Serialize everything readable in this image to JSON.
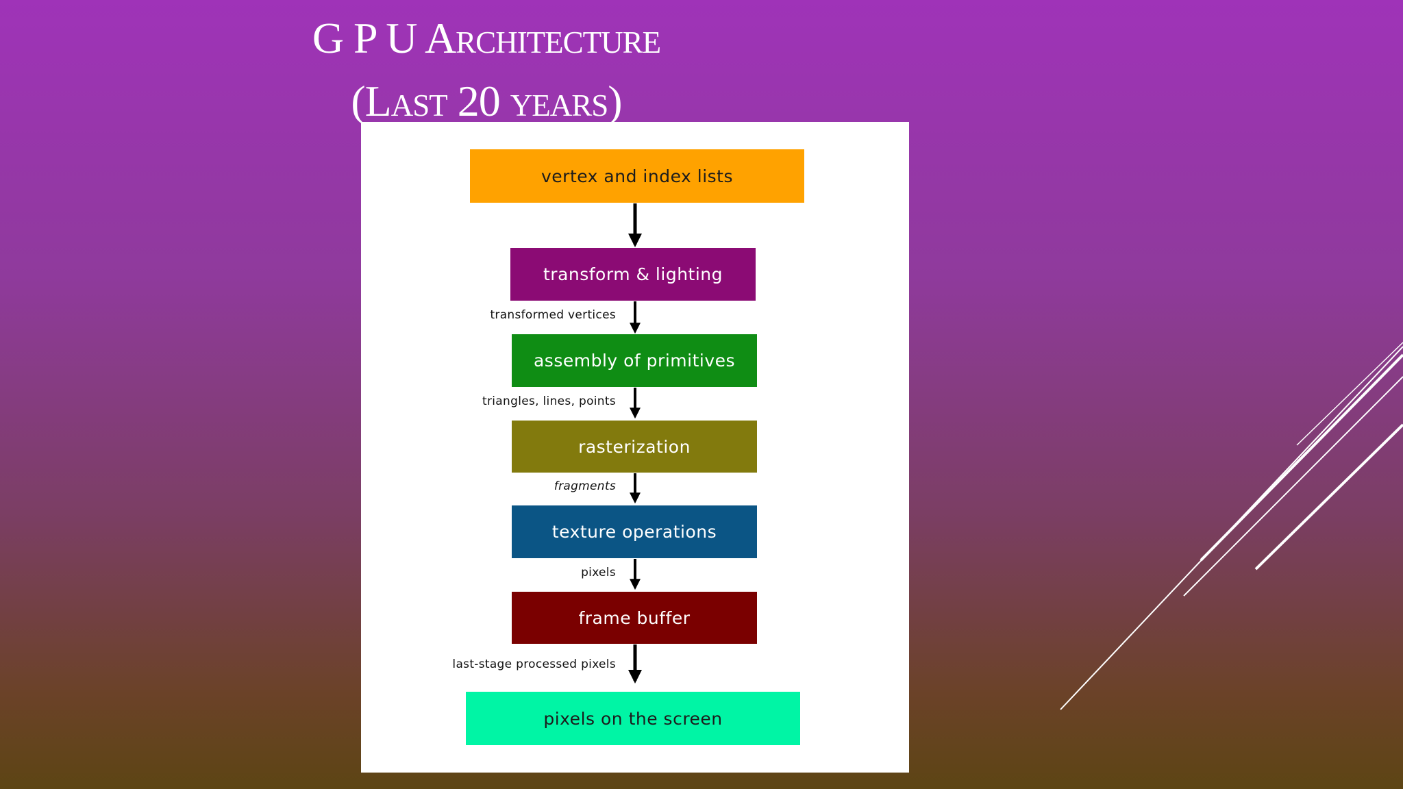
{
  "slide": {
    "title_line1": "G P U Architecture",
    "title_line2": "(Last 20 years)"
  },
  "colors": {
    "background_top": "#9f33b8",
    "background_bottom": "#5d4514",
    "panel": "#ffffff"
  },
  "diagram": {
    "stages": [
      {
        "label": "vertex and index lists",
        "color": "#ffa200"
      },
      {
        "label": "transform & lighting",
        "color": "#8b0b74"
      },
      {
        "label": "assembly of primitives",
        "color": "#0f8d14"
      },
      {
        "label": "rasterization",
        "color": "#827a0d"
      },
      {
        "label": "texture operations",
        "color": "#0b5585"
      },
      {
        "label": "frame buffer",
        "color": "#7a0000"
      },
      {
        "label": "pixels on the screen",
        "color": "#00f5a5"
      }
    ],
    "edge_labels": [
      "",
      "transformed vertices",
      "triangles, lines, points",
      "fragments",
      "pixels",
      "last-stage processed pixels"
    ]
  }
}
